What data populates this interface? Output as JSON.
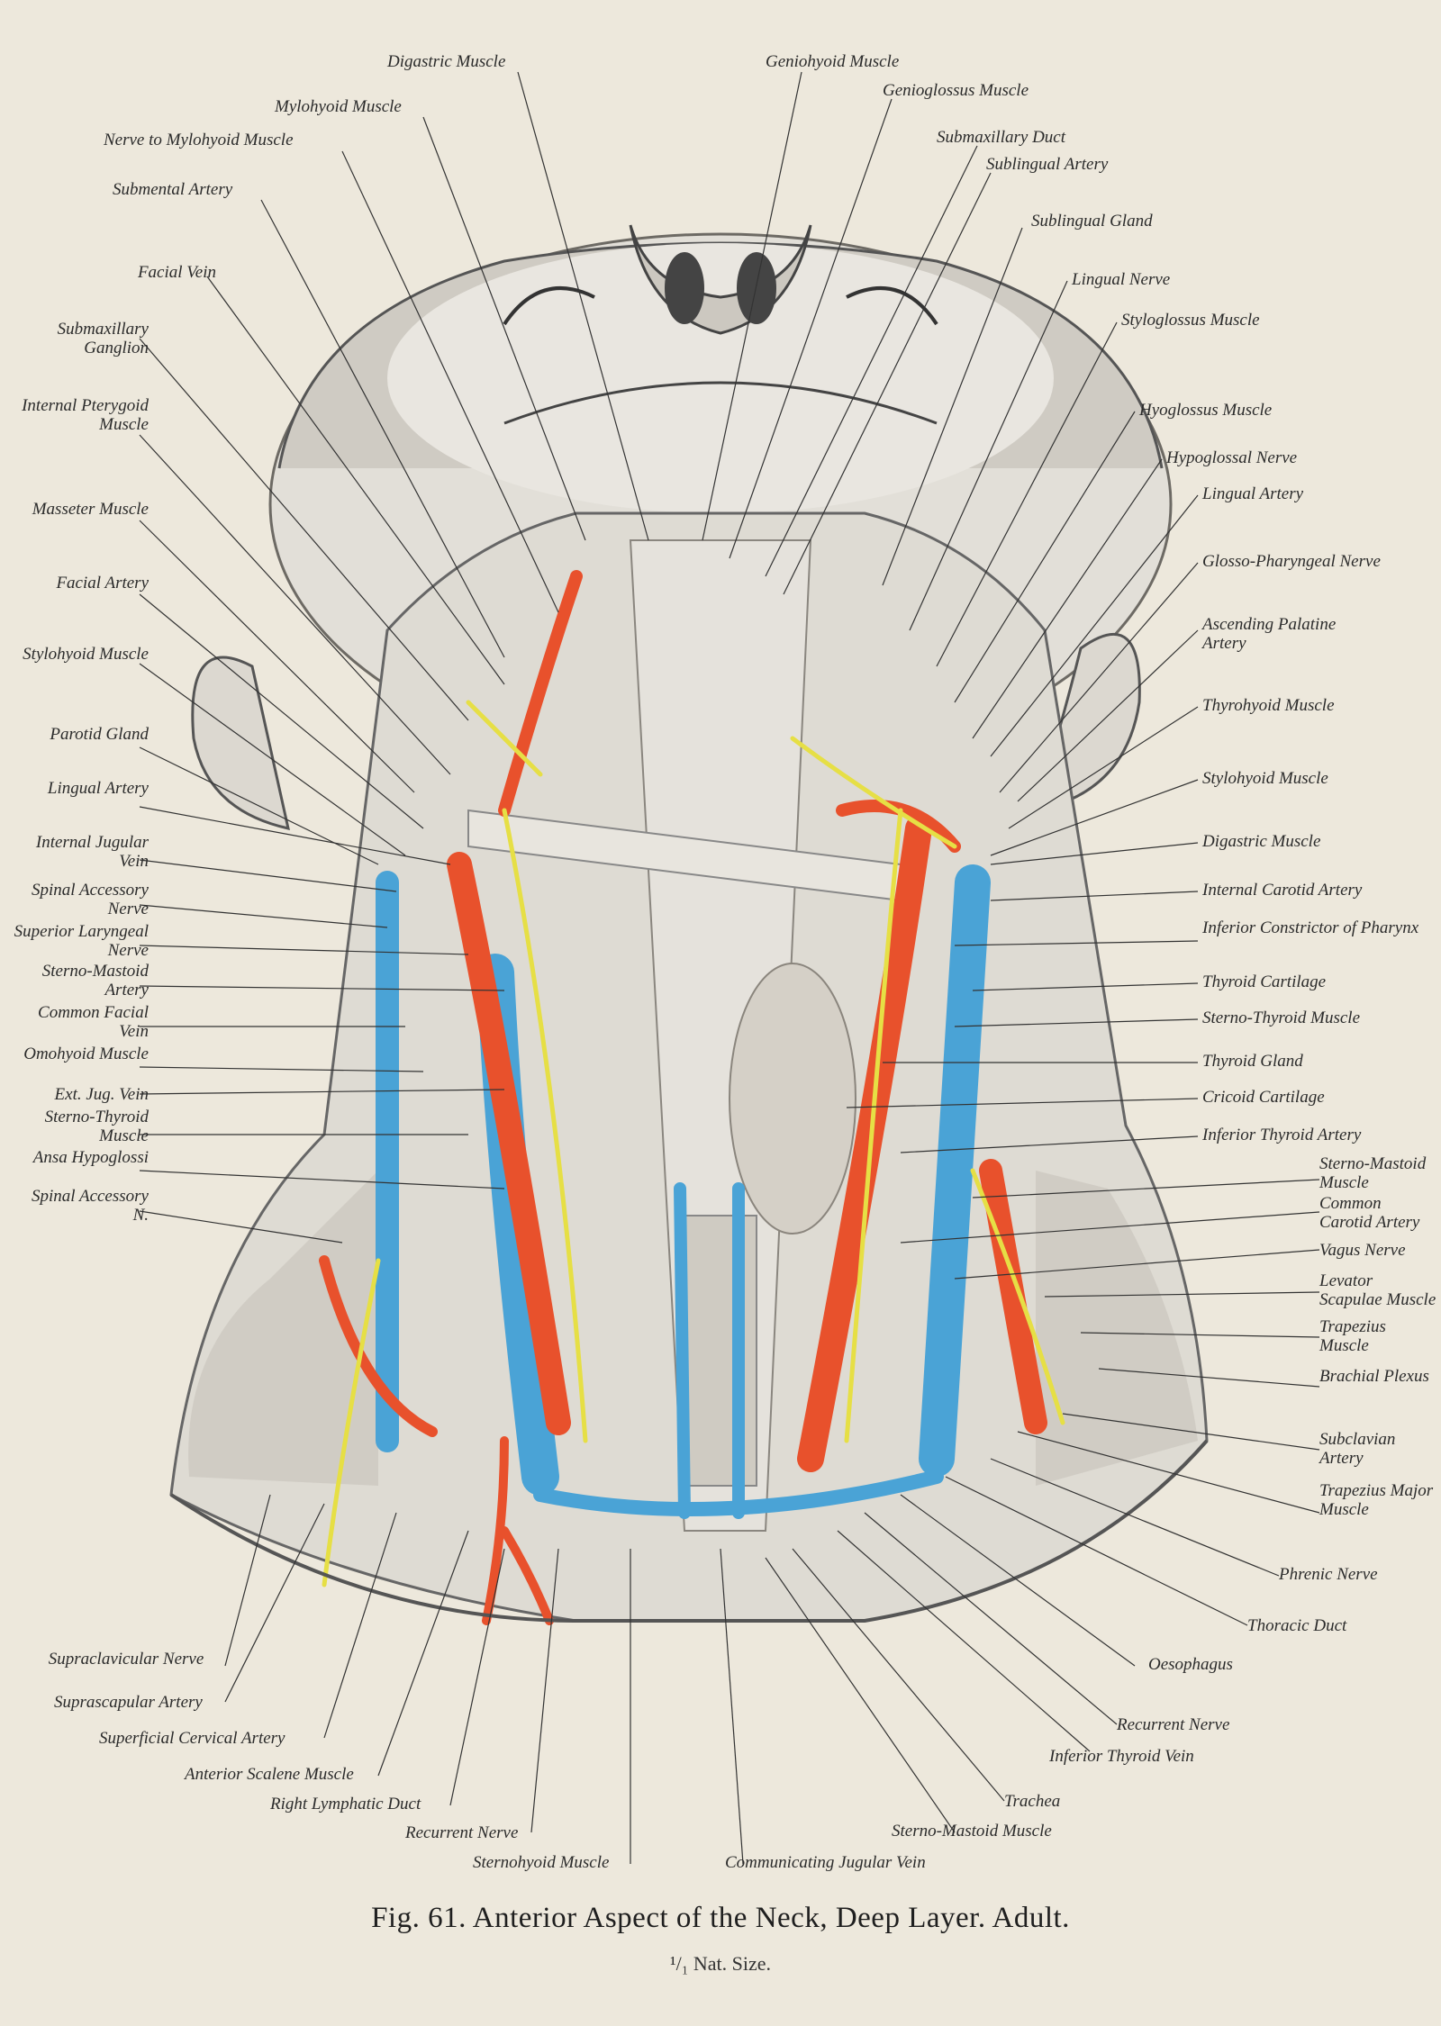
{
  "figure": {
    "caption": "Fig. 61.   Anterior Aspect of the Neck, Deep Layer.   Adult.",
    "scale": "¹/₁ Nat. Size."
  },
  "labels": {
    "top": [
      "Digastric Muscle",
      "Mylohyoid Muscle",
      "Nerve to Mylohyoid Muscle",
      "Submental Artery",
      "Geniohyoid Muscle",
      "Genioglossus Muscle",
      "Submaxillary Duct",
      "Sublingual Artery"
    ],
    "left": [
      "Facial Vein",
      "Submaxillary Ganglion",
      "Internal Pterygoid Muscle",
      "Masseter Muscle",
      "Facial Artery",
      "Stylohyoid Muscle",
      "Parotid Gland",
      "Lingual Artery",
      "Internal Jugular Vein",
      "Spinal Accessory Nerve",
      "Superior Laryngeal Nerve",
      "Sterno-Mastoid Artery",
      "Common Facial Vein",
      "Omohyoid Muscle",
      "Ext. Jug. Vein",
      "Sterno-Thyroid Muscle",
      "Ansa Hypoglossi",
      "Spinal Accessory N."
    ],
    "right": [
      "Sublingual Gland",
      "Lingual Nerve",
      "Styloglossus Muscle",
      "Hyoglossus Muscle",
      "Hypoglossal Nerve",
      "Lingual Artery",
      "Glosso-Pharyngeal Nerve",
      "Ascending Palatine Artery",
      "Thyrohyoid Muscle",
      "Stylohyoid Muscle",
      "Digastric Muscle",
      "Internal Carotid Artery",
      "Inferior Constrictor of Pharynx",
      "Thyroid Cartilage",
      "Sterno-Thyroid Muscle",
      "Thyroid Gland",
      "Cricoid Cartilage",
      "Inferior Thyroid Artery",
      "Sterno-Mastoid Muscle",
      "Common Carotid Artery",
      "Vagus Nerve",
      "Levator Scapulae Muscle",
      "Trapezius Muscle",
      "Brachial Plexus",
      "Subclavian Artery",
      "Trapezius Major Muscle",
      "Phrenic Nerve",
      "Thoracic Duct"
    ],
    "bottom": [
      "Supraclavicular Nerve",
      "Suprascapular Artery",
      "Superficial Cervical Artery",
      "Anterior Scalene Muscle",
      "Right Lymphatic Duct",
      "Recurrent Nerve",
      "Sternohyoid Muscle",
      "Communicating Jugular Vein",
      "Sterno-Mastoid Muscle",
      "Trachea",
      "Inferior Thyroid Vein",
      "Recurrent Nerve",
      "Oesophagus"
    ]
  },
  "colors": {
    "artery": "#e8512c",
    "vein": "#4aa3d6",
    "nerve": "#e6df45",
    "muscle": "#d9d6ce",
    "skin": "#e6e3dc",
    "paper": "#ede8dc"
  }
}
